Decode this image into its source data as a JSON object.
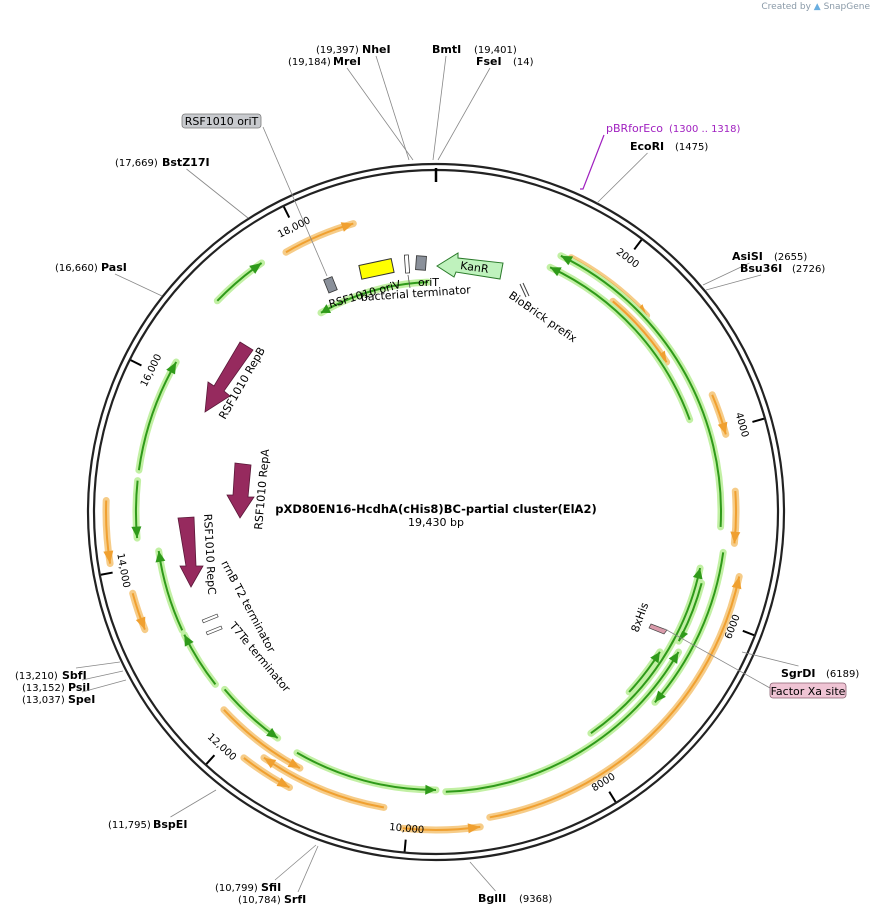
{
  "app": {
    "created_by": "Created by",
    "brand": "SnapGene"
  },
  "plasmid": {
    "name": "pXD80EN16-HcdhA(cHis8)BC-partial cluster(ElA2)",
    "length_text": "19,430 bp",
    "length": 19430
  },
  "ticks": [
    {
      "bp": 2000,
      "label": "2000"
    },
    {
      "bp": 4000,
      "label": "4000"
    },
    {
      "bp": 6000,
      "label": "6000"
    },
    {
      "bp": 8000,
      "label": "8000"
    },
    {
      "bp": 10000,
      "label": "10,000"
    },
    {
      "bp": 12000,
      "label": "12,000"
    },
    {
      "bp": 14000,
      "label": "14,000"
    },
    {
      "bp": 16000,
      "label": "16,000"
    },
    {
      "bp": 18000,
      "label": "18,000"
    }
  ],
  "sites": [
    {
      "name": "NheI",
      "pos": "(19,397)",
      "bp": 19397
    },
    {
      "name": "MreI",
      "pos": "(19,184)",
      "bp": 19184
    },
    {
      "name": "BmtI",
      "pos": "(19,401)",
      "bp": 19401
    },
    {
      "name": "FseI",
      "pos": "(14)",
      "bp": 14
    },
    {
      "name": "EcoRI",
      "pos": "(1475)",
      "bp": 1475
    },
    {
      "name": "AsiSI",
      "pos": "(2655)",
      "bp": 2655
    },
    {
      "name": "Bsu36I",
      "pos": "(2726)",
      "bp": 2726
    },
    {
      "name": "SgrDI",
      "pos": "(6189)",
      "bp": 6189
    },
    {
      "name": "BglII",
      "pos": "(9368)",
      "bp": 9368
    },
    {
      "name": "SfiI",
      "pos": "(10,799)",
      "bp": 10799
    },
    {
      "name": "SrfI",
      "pos": "(10,784)",
      "bp": 10784
    },
    {
      "name": "BspEI",
      "pos": "(11,795)",
      "bp": 11795
    },
    {
      "name": "SbfI",
      "pos": "(13,210)",
      "bp": 13210
    },
    {
      "name": "PsiI",
      "pos": "(13,152)",
      "bp": 13152
    },
    {
      "name": "SpeI",
      "pos": "(13,037)",
      "bp": 13037
    },
    {
      "name": "PasI",
      "pos": "(16,660)",
      "bp": 16660
    },
    {
      "name": "BstZ17I",
      "pos": "(17,669)",
      "bp": 17669
    }
  ],
  "primer": {
    "name": "pBRforEco",
    "range": "(1300 .. 1318)"
  },
  "badges": {
    "orit": "RSF1010 oriT",
    "factor_xa": "Factor Xa site"
  },
  "features": {
    "kanr": "KanR",
    "orit": "oriT",
    "bacterial_terminator": "bacterial terminator",
    "rsf_oriv": "RSF1010 oriV",
    "biobrick_prefix": "BioBrick prefix",
    "repb": "RSF1010 RepB",
    "repa": "RSF1010 RepA",
    "repc": "RSF1010 RepC",
    "rrnb_t2": "rrnB T2 terminator",
    "t7te": "T7Te terminator",
    "his8": "8xHis"
  },
  "colors": {
    "backbone": "#222222",
    "orf": "#f0a030",
    "orf_glow": "#f6cc88",
    "gene": "#2f9a1a",
    "gene_glow": "#c2f0a4",
    "rep": "#962a5e",
    "kanr": "#bff2bd",
    "oriv": "#ffff00",
    "primer": "#a020c0"
  }
}
